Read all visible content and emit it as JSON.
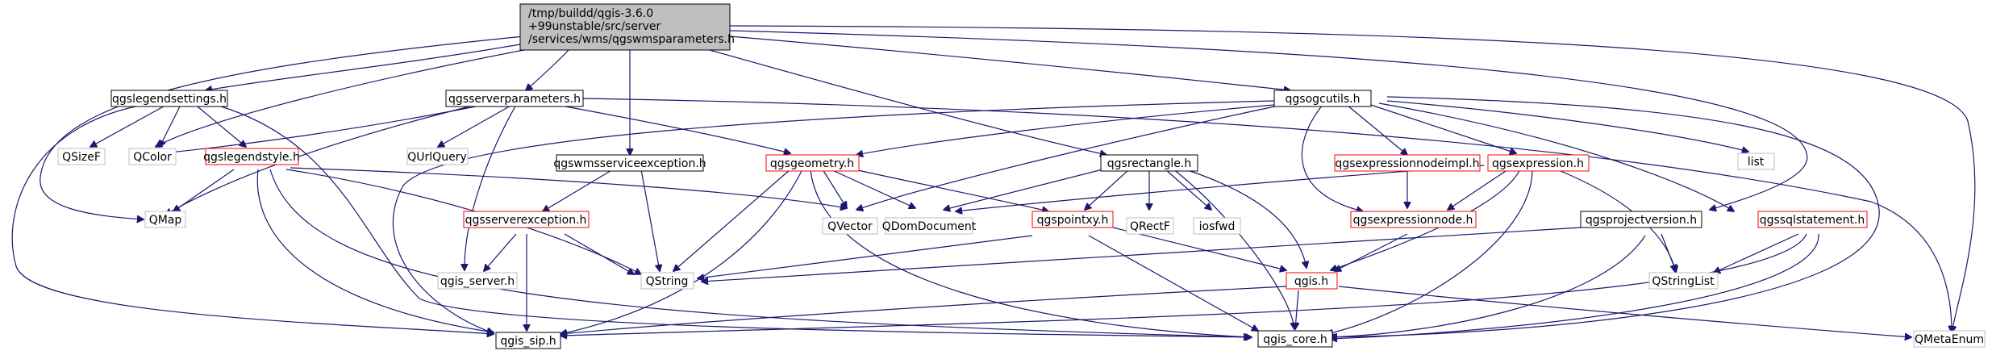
{
  "diagram": {
    "root": {
      "line1": "/tmp/buildd/qgis-3.6.0",
      "line2": "+99unstable/src/server",
      "line3": "/services/wms/qgswmsparameters.h"
    },
    "nodes": {
      "qgslegendsettings": "qgslegendsettings.h",
      "qgsserverparameters": "qgsserverparameters.h",
      "qgsogcutils": "qgsogcutils.h",
      "qsizef": "QSizeF",
      "qcolor": "QColor",
      "qgslegendstyle": "qgslegendstyle.h",
      "qurlquery": "QUrlQuery",
      "qgswmsserviceexception": "qgswmsserviceexception.h",
      "qgsgeometry": "qgsgeometry.h",
      "qgsrectangle": "qgsrectangle.h",
      "qgsexpressionnodeimpl": "qgsexpressionnodeimpl.h",
      "qgsexpression": "qgsexpression.h",
      "list": "list",
      "qmap": "QMap",
      "qgsserverexception": "qgsserverexception.h",
      "qvector": "QVector",
      "qdomdocument": "QDomDocument",
      "qgspointxy": "qgspointxy.h",
      "qrectf": "QRectF",
      "iosfwd": "iosfwd",
      "qgsexpressionnode": "qgsexpressionnode.h",
      "qgsprojectversion": "qgsprojectversion.h",
      "qgssqlstatement": "qgssqlstatement.h",
      "qgis_server": "qgis_server.h",
      "qstring": "QString",
      "qstringlist": "QStringList",
      "qgis": "qgis.h",
      "qgis_sip": "qgis_sip.h",
      "qgis_core": "qgis_core.h",
      "qmetaenum": "QMetaEnum"
    },
    "colors": {
      "edge": "#191970",
      "root_fill": "#bfbfbf",
      "documented_border": "#000000",
      "truncated_border": "#ff0000",
      "external_border": "#bfbfbf"
    }
  }
}
